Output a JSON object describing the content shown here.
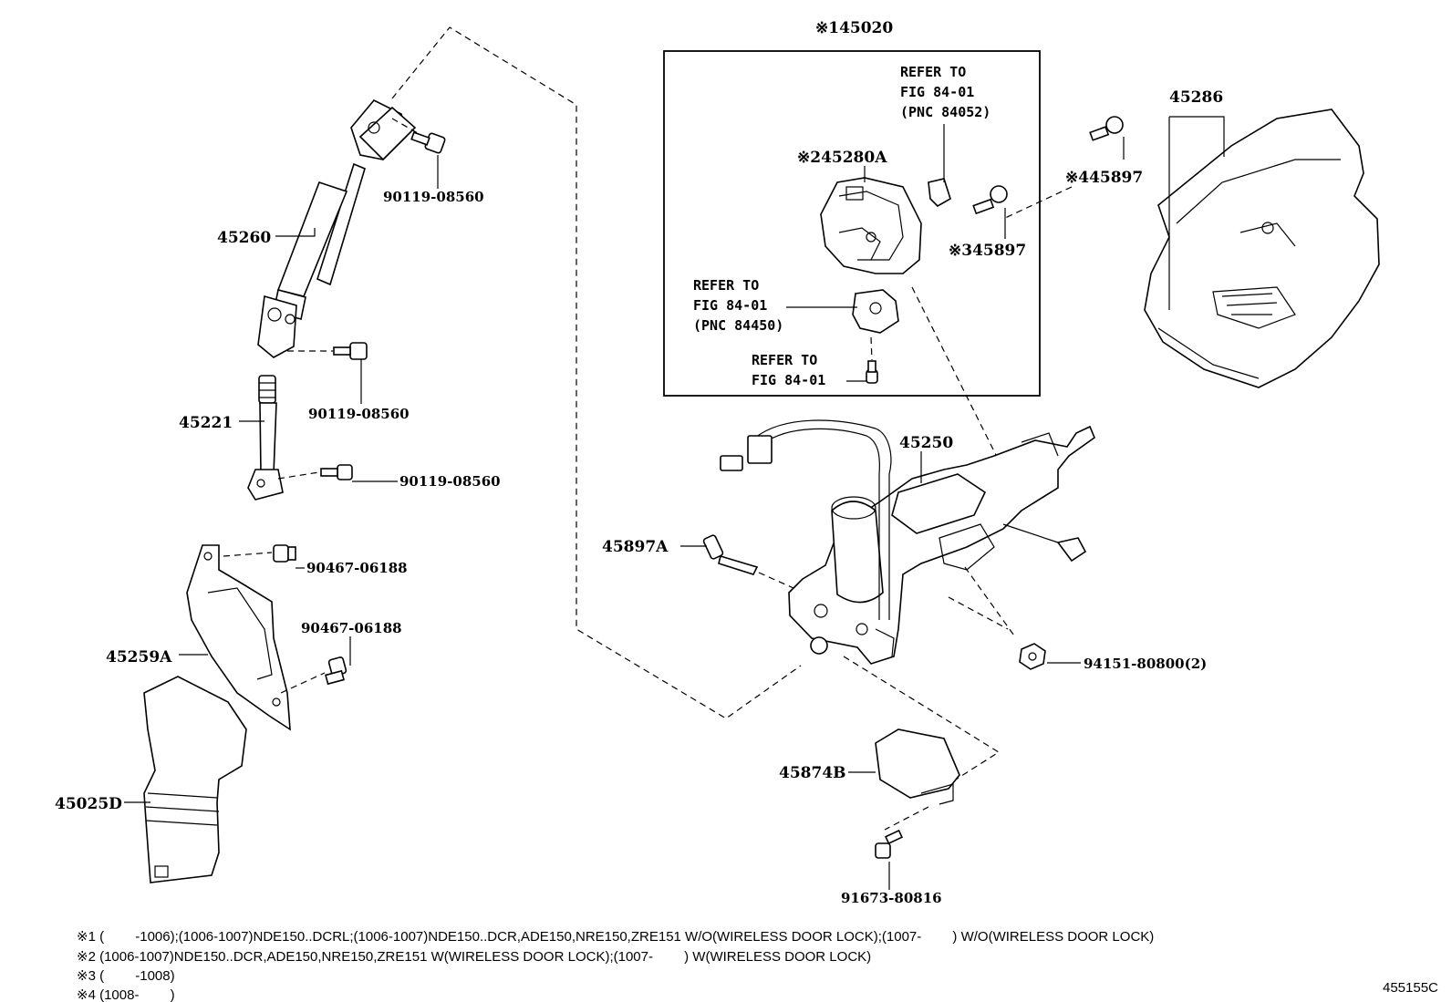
{
  "parts": {
    "p145020": "※145020",
    "p45260": "45260",
    "p45221": "45221",
    "p45259a": "45259A",
    "p45025d": "45025D",
    "p45286": "45286",
    "p45250": "45250",
    "p45897a": "45897A",
    "p45874b": "45874B",
    "p245280a": "※245280A",
    "p445897": "※445897",
    "p345897": "※345897",
    "b1": "90119-08560",
    "b2": "90119-08560",
    "b3": "90119-08560",
    "c1": "90467-06188",
    "c2": "90467-06188",
    "n1": "94151-80800(2)",
    "s1": "91673-80816"
  },
  "refs": {
    "r1": [
      "REFER TO",
      "FIG 84-01",
      "(PNC 84052)"
    ],
    "r2": [
      "REFER TO",
      "FIG 84-01",
      "(PNC 84450)"
    ],
    "r3": [
      "REFER TO",
      "FIG 84-01"
    ]
  },
  "footnotes": [
    "※1 (　　 -1006);(1006-1007)NDE150..DCRL;(1006-1007)NDE150..DCR,ADE150,NRE150,ZRE151 W/O(WIRELESS DOOR LOCK);(1007-　　 ) W/O(WIRELESS DOOR LOCK)",
    "※2 (1006-1007)NDE150..DCR,ADE150,NRE150,ZRE151 W(WIRELESS DOOR LOCK);(1007-　　 ) W(WIRELESS DOOR LOCK)",
    "※3 (　　 -1008)",
    "※4 (1008-　　 )"
  ],
  "figure_id": "455155C"
}
